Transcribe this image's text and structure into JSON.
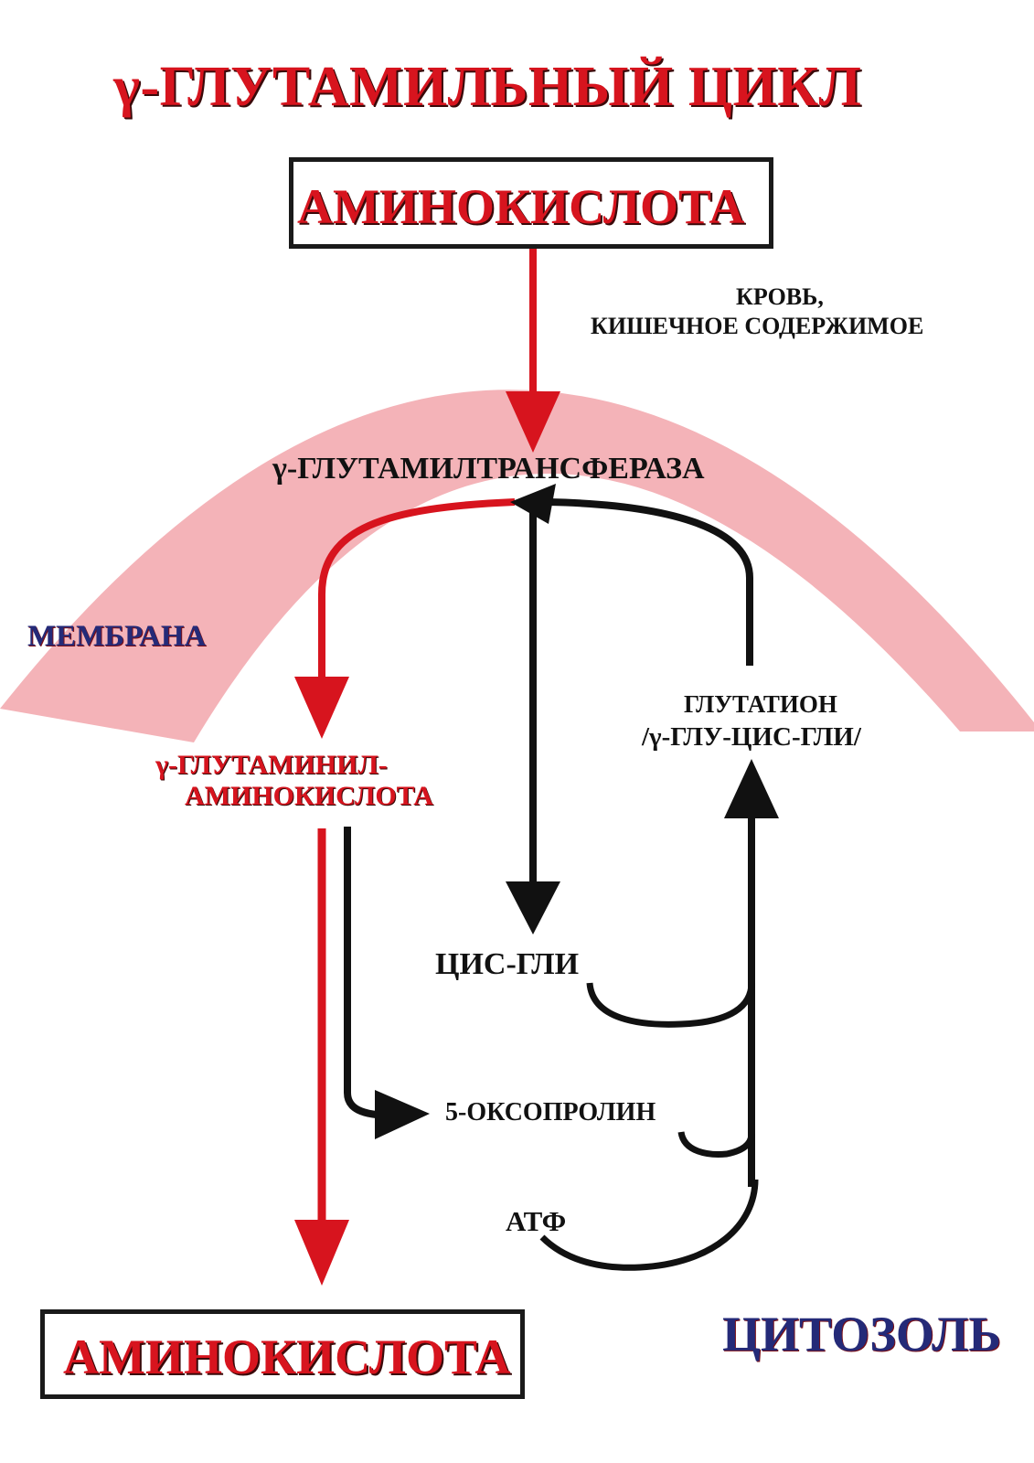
{
  "title": "γ-ГЛУТАМИЛЬНЫЙ ЦИКЛ",
  "top_box": {
    "label": "АМИНОКИСЛОТА"
  },
  "source": {
    "line1": "КРОВЬ,",
    "line2": "КИШЕЧНОЕ СОДЕРЖИМОЕ"
  },
  "enzyme": {
    "label": "γ-ГЛУТАМИЛТРАНСФЕРАЗА"
  },
  "membrane": {
    "label": "МЕМБРАНА",
    "color": "#f4b3b8"
  },
  "glutathione": {
    "line1": "ГЛУТАТИОН",
    "line2": "/γ-ГЛУ-ЦИС-ГЛИ/"
  },
  "product": {
    "line1": "γ-ГЛУТАМИНИЛ-",
    "line2": "АМИНОКИСЛОТА"
  },
  "cys_gly": {
    "label": "ЦИС-ГЛИ"
  },
  "oxoproline": {
    "label": "5-ОКСОПРОЛИН"
  },
  "atp": {
    "label": "АТФ"
  },
  "bottom_box": {
    "label": "АМИНОКИСЛОТА"
  },
  "cytosol": {
    "label": "ЦИТОЗОЛЬ"
  },
  "colors": {
    "red": "#d7141e",
    "black": "#111111",
    "navy": "#242a78",
    "membrane": "#f4b3b8"
  }
}
